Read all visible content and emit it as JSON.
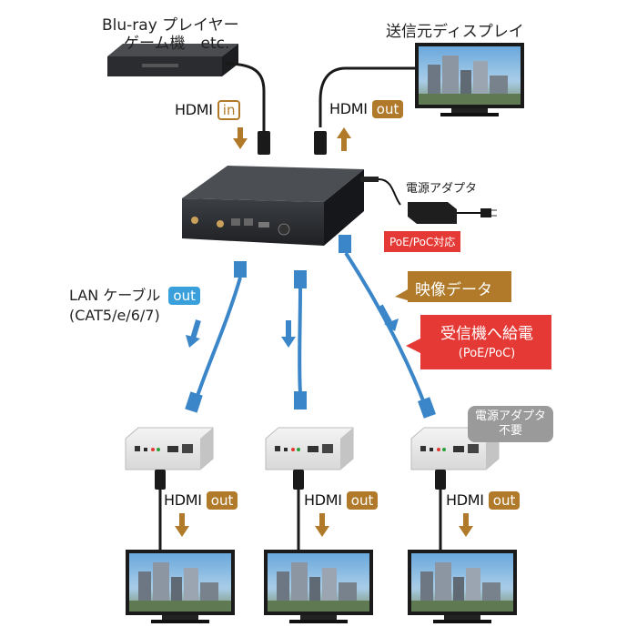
{
  "source_device": {
    "line1": "Blu-ray プレイヤー",
    "line2": "ゲーム機　etc."
  },
  "display_source": {
    "label": "送信元ディスプレイ"
  },
  "hdmi_in": {
    "label": "HDMI",
    "badge": "in"
  },
  "hdmi_out_top": {
    "label": "HDMI",
    "badge": "out"
  },
  "power_adapter": {
    "label": "電源アダプタ"
  },
  "poe_tag": {
    "label": "PoE/PoC対応"
  },
  "lan_cable": {
    "line1": "LAN ケーブル",
    "line2": "(CAT5/e/6/7)",
    "badge": "out"
  },
  "video_data": {
    "label": "映像データ"
  },
  "power_feed": {
    "line1": "受信機へ給電",
    "line2": "(PoE/PoC)"
  },
  "no_adapter": {
    "line1": "電源アダプタ",
    "line2": "不要"
  },
  "receivers": [
    {
      "hdmi_label": "HDMI",
      "badge": "out"
    },
    {
      "hdmi_label": "HDMI",
      "badge": "out"
    },
    {
      "hdmi_label": "HDMI",
      "badge": "out"
    }
  ],
  "colors": {
    "arrow": "#b07a2a",
    "cable": "#3a86c8",
    "poe_red": "#e53935",
    "video_callout": "#b07a2a",
    "out_blue": "#3aa0dc"
  }
}
